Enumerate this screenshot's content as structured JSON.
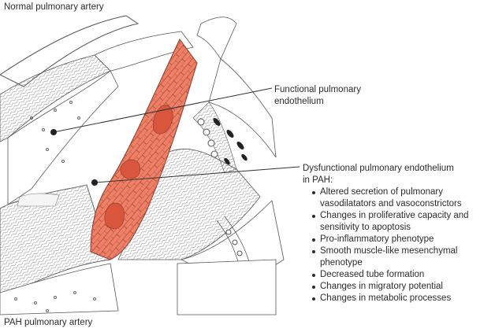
{
  "labels": {
    "normal_title": "Normal pulmonary artery",
    "pah_title": "PAH pulmonary artery",
    "functional": "Functional pulmonary endothelium",
    "dysfunctional_heading_line1": "Dysfunctional pulmonary endothelium",
    "dysfunctional_heading_line2": "in PAH:"
  },
  "features": [
    "Altered secretion of pulmonary vasodilatators and vasoconstrictors",
    "Changes in proliferative capacity and sensitivity to apoptosis",
    "Pro-inflammatory phenotype",
    "Smooth muscle-like mesenchymal phenotype",
    "Decreased tube formation",
    "Changes in migratory potential",
    "Changes in metabolic processes"
  ],
  "colors": {
    "endothelium": "#ef7f66",
    "endothelium_dark": "#d9563d",
    "line": "#333333",
    "outline": "#555555",
    "background": "#ffffff"
  }
}
